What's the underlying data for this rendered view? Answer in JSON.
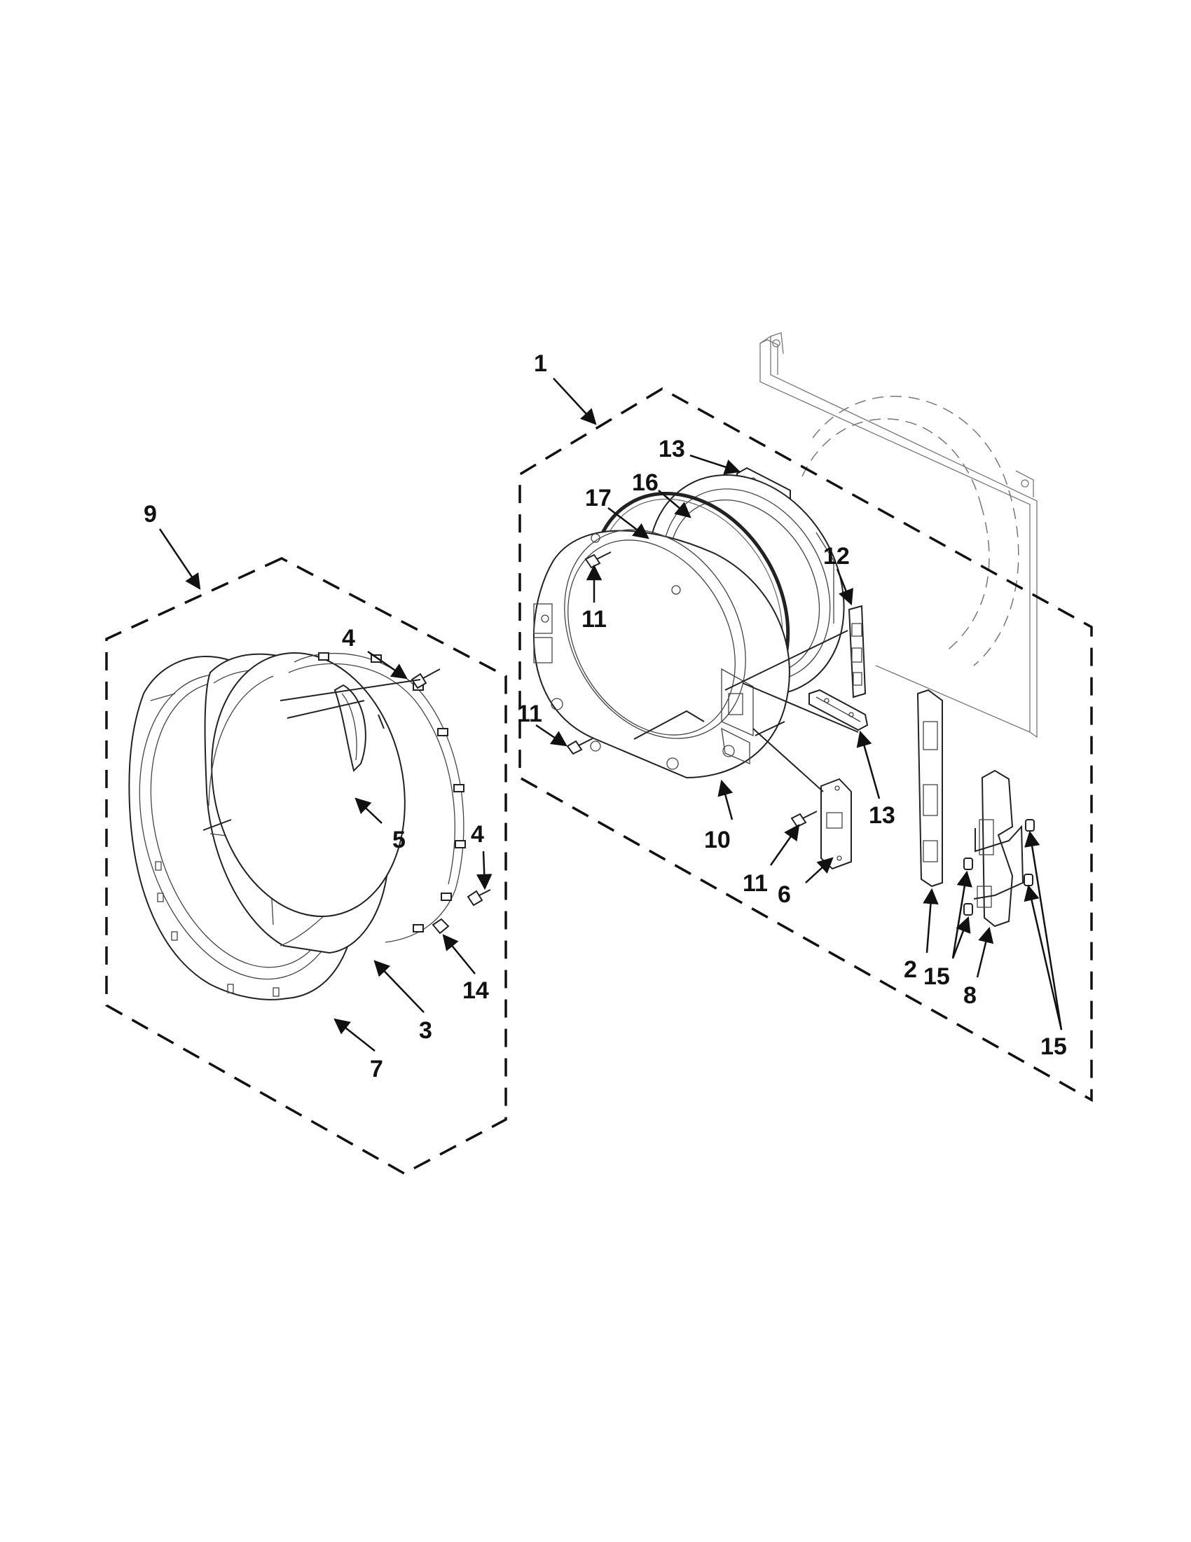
{
  "diagram": {
    "callouts": [
      {
        "id": "c1",
        "label": "1"
      },
      {
        "id": "c9",
        "label": "9"
      },
      {
        "id": "c13a",
        "label": "13"
      },
      {
        "id": "c16",
        "label": "16"
      },
      {
        "id": "c17",
        "label": "17"
      },
      {
        "id": "c12",
        "label": "12"
      },
      {
        "id": "c11a",
        "label": "11"
      },
      {
        "id": "c11b",
        "label": "11"
      },
      {
        "id": "c11c",
        "label": "11"
      },
      {
        "id": "c13b",
        "label": "13"
      },
      {
        "id": "c10",
        "label": "10"
      },
      {
        "id": "c6",
        "label": "6"
      },
      {
        "id": "c4a",
        "label": "4"
      },
      {
        "id": "c4b",
        "label": "4"
      },
      {
        "id": "c5",
        "label": "5"
      },
      {
        "id": "c14",
        "label": "14"
      },
      {
        "id": "c3",
        "label": "3"
      },
      {
        "id": "c7",
        "label": "7"
      },
      {
        "id": "c2",
        "label": "2"
      },
      {
        "id": "c15a",
        "label": "15"
      },
      {
        "id": "c8",
        "label": "8"
      },
      {
        "id": "c15b",
        "label": "15"
      }
    ]
  }
}
